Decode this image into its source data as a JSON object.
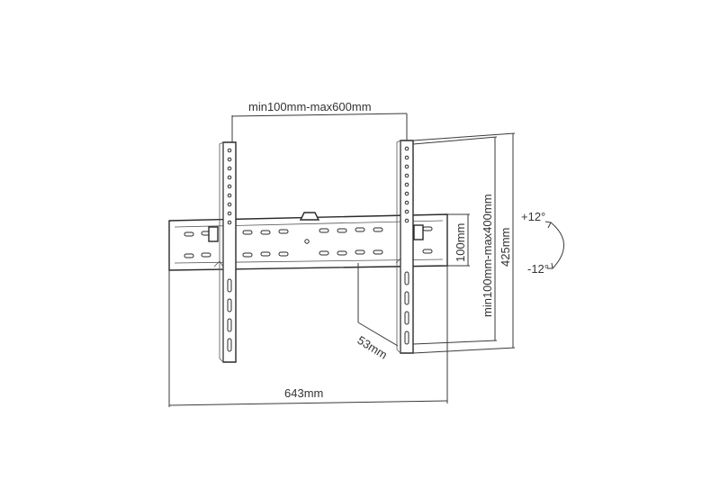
{
  "diagram": {
    "labels": {
      "vesa_width": "min100mm-max600mm",
      "rail_height": "100mm",
      "vesa_height": "min100mm-max400mm",
      "total_height": "425mm",
      "tilt_up": "+12°",
      "tilt_down": "-12°",
      "depth": "53mm",
      "total_width": "643mm"
    },
    "colors": {
      "line": "#3a3a3a",
      "text": "#333333"
    }
  }
}
